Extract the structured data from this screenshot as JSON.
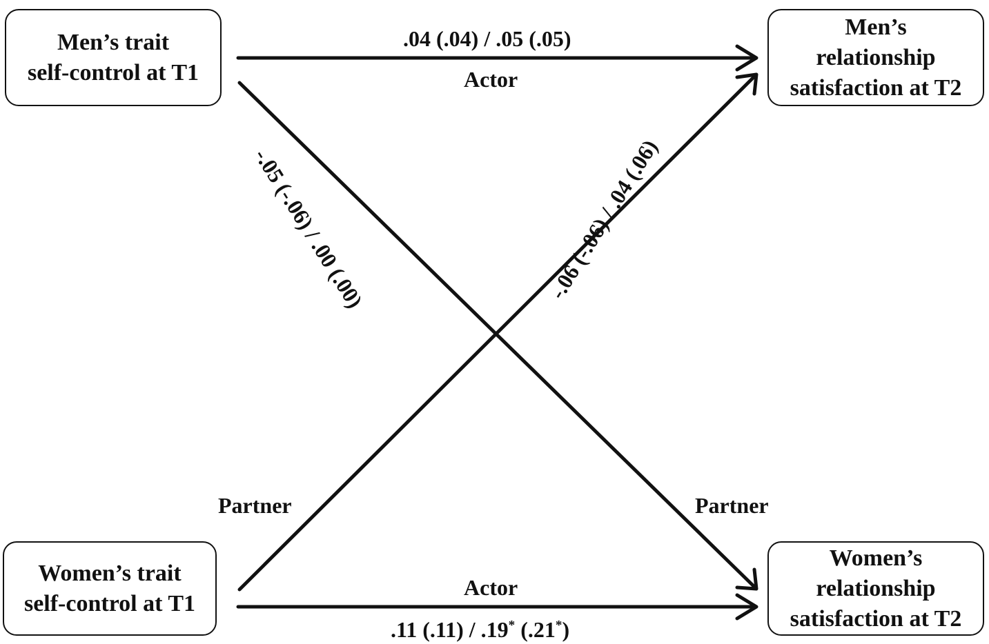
{
  "nodes": {
    "men_t1": [
      "Men’s trait",
      "self-control at T1"
    ],
    "women_t1": [
      "Women’s trait",
      "self-control at T1"
    ],
    "men_t2": [
      "Men’s",
      "relationship",
      "satisfaction at T2"
    ],
    "women_t2": [
      "Women’s",
      "relationship",
      "satisfaction at T2"
    ]
  },
  "paths": {
    "men_actor": {
      "type": "Actor",
      "coef_a": ".04 (.04)",
      "sep": " / ",
      "coef_b": ".05 (.05)",
      "coef_b_star": "",
      "coef_b_paren_open": "",
      "coef_b_paren_star": "",
      "coef_b_paren_close": ""
    },
    "women_actor": {
      "type": "Actor",
      "coef_a": ".11 (.11)",
      "sep": " / ",
      "coef_b": ".19",
      "coef_b_star": "*",
      "coef_b_paren_open": " (.21",
      "coef_b_paren_star": "*",
      "coef_b_paren_close": ")"
    },
    "men_to_women_partner": {
      "type": "Partner",
      "coef": "-.05 (-.06) / .00 (.00)"
    },
    "women_to_men_partner": {
      "type": "Partner",
      "coef": "-.06 (-.06) / .04 (.06)"
    }
  },
  "colors": {
    "stroke": "#111111",
    "background": "#ffffff"
  }
}
